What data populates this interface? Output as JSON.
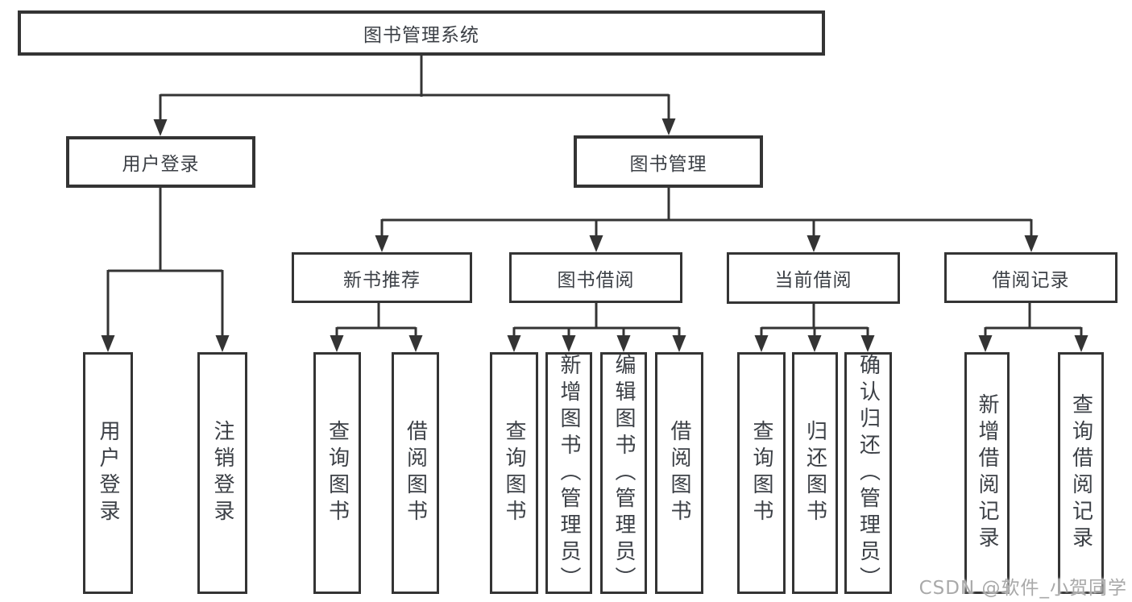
{
  "tree": {
    "label": "图书管理系统",
    "children": [
      {
        "label": "用户登录",
        "children": [
          {
            "label": "用户登录"
          },
          {
            "label": "注销登录"
          }
        ]
      },
      {
        "label": "图书管理",
        "children": [
          {
            "label": "新书推荐",
            "children": [
              {
                "label": "查询图书"
              },
              {
                "label": "借阅图书"
              }
            ]
          },
          {
            "label": "图书借阅",
            "children": [
              {
                "label": "查询图书"
              },
              {
                "label": "新增图书（管理员）"
              },
              {
                "label": "编辑图书（管理员）"
              },
              {
                "label": "借阅图书"
              }
            ]
          },
          {
            "label": "当前借阅",
            "children": [
              {
                "label": "查询图书"
              },
              {
                "label": "归还图书"
              },
              {
                "label": "确认归还（管理员）"
              }
            ]
          },
          {
            "label": "借阅记录",
            "children": [
              {
                "label": "新增借阅记录"
              },
              {
                "label": "查询借阅记录"
              }
            ]
          }
        ]
      }
    ]
  },
  "watermark": {
    "text": "CSDN @软件_小贺同学"
  },
  "colors": {
    "line": "#343434",
    "text": "#3c4046",
    "watermark": "#a9a9a9",
    "background": "#ffffff"
  }
}
